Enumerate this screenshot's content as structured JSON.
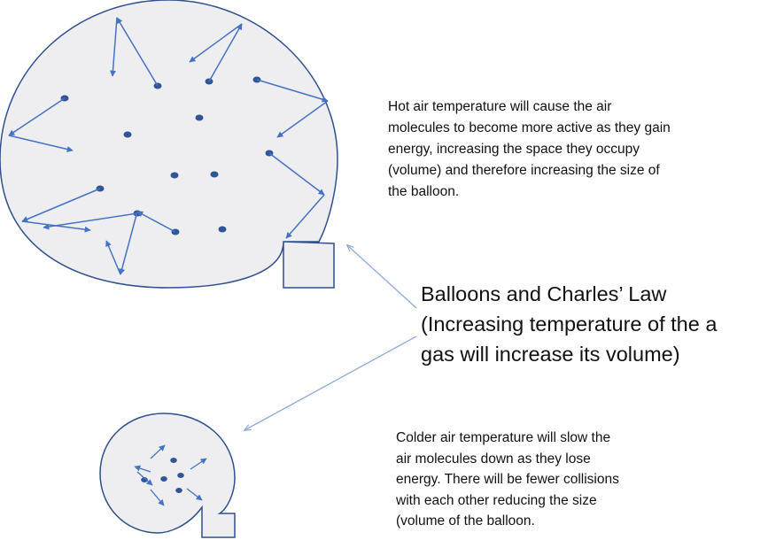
{
  "colors": {
    "balloon_fill": "#eeeef1",
    "balloon_stroke": "#2f4f8f",
    "molecule": "#2f5597",
    "arrow": "#4472c4",
    "pointer_line": "#8faadc"
  },
  "hot_description": [
    "Hot air temperature will cause the air",
    "molecules to become more active as they gain",
    "energy, increasing the space they occupy",
    "(volume) and therefore increasing the size of",
    "the balloon."
  ],
  "title": [
    "Balloons and Charles’ Law",
    "(Increasing temperature of the a",
    "gas will increase its volume)"
  ],
  "cold_description": [
    "Colder air temperature will slow the",
    "air molecules down as they lose",
    "energy. There will be fewer collisions",
    "with each other reducing the size",
    "(volume of the balloon."
  ]
}
